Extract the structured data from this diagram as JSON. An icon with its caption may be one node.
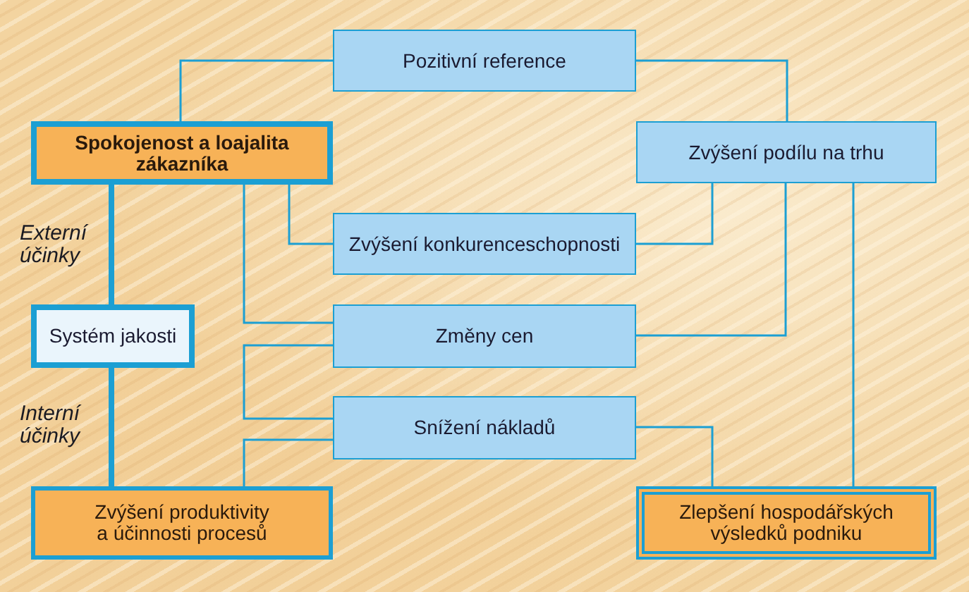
{
  "diagram": {
    "nodes": [
      {
        "text": [
          "Pozitivní reference"
        ]
      },
      {
        "text": [
          "Spokojenost a loajalita zákazníka"
        ]
      },
      {
        "text": [
          "Zvýšení podílu na trhu"
        ]
      },
      {
        "text": [
          "Zvýšení konkurenceschopnosti"
        ]
      },
      {
        "text": [
          "Systém jakosti"
        ]
      },
      {
        "text": [
          "Změny cen"
        ]
      },
      {
        "text": [
          "Snížení nákladů"
        ]
      },
      {
        "text": [
          "Zvýšení produktivity a účinnosti procesů"
        ]
      },
      {
        "text": [
          "Zlepšení hospodářských výsledků podniku"
        ]
      }
    ],
    "edges": [
      {
        "from": 1,
        "to": 0,
        "arrow": "none"
      },
      {
        "from": 0,
        "to": 2,
        "arrow": "none"
      },
      {
        "from": 1,
        "to": 3,
        "arrow": "none"
      },
      {
        "from": 3,
        "to": 2,
        "arrow": "none"
      },
      {
        "from": 1,
        "to": 4,
        "arrow": "none",
        "style": "thick",
        "label": "Externí účinky"
      },
      {
        "from": 4,
        "to": 7,
        "arrow": "none",
        "style": "thick",
        "label": "Interní účinky"
      },
      {
        "from": 1,
        "to": 5,
        "arrow": "none"
      },
      {
        "from": 5,
        "to": 2,
        "arrow": "none"
      },
      {
        "from": 5,
        "to": 6,
        "arrow": "none"
      },
      {
        "from": 6,
        "to": 7,
        "arrow": "none"
      },
      {
        "from": 6,
        "to": 8,
        "arrow": "none"
      },
      {
        "from": 2,
        "to": 8,
        "arrow": "none"
      }
    ]
  }
}
